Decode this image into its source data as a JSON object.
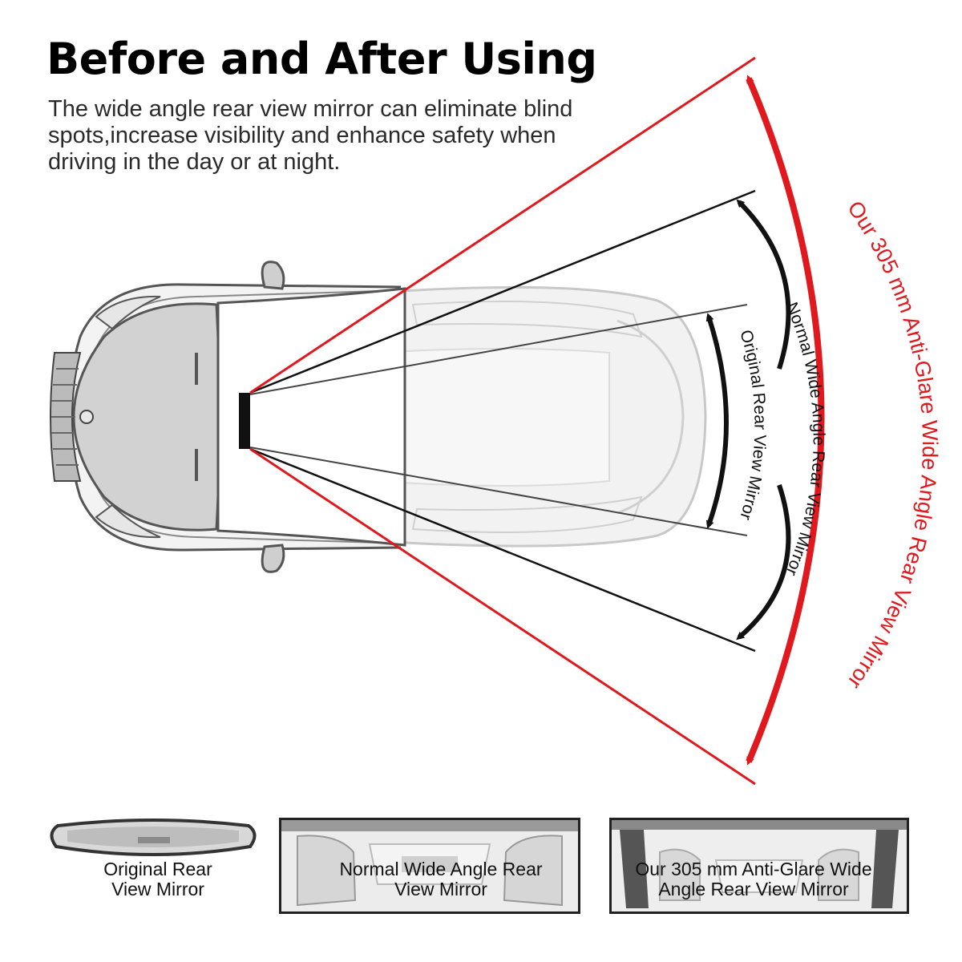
{
  "header": {
    "title": "Before and After Using",
    "description": "The wide angle rear view mirror can eliminate blind spots,increase visibility and enhance safety when driving in the day or at night."
  },
  "diagram": {
    "labels": {
      "ours": "Our 305 mm Anti-Glare Wide Angle Rear View Mirror",
      "normal": "Normal Wide Angle Rear View Mirror",
      "original": "Original Rear View Mirror"
    },
    "colors": {
      "ours": "#e0191e",
      "normal": "#111111",
      "original": "#333333"
    }
  },
  "thumbnails": [
    {
      "id": "original",
      "caption_line1": "Original Rear",
      "caption_line2": "View Mirror"
    },
    {
      "id": "normal",
      "caption_line1": "Normal Wide Angle Rear",
      "caption_line2": "View Mirror"
    },
    {
      "id": "ours",
      "caption_line1": "Our 305 mm Anti-Glare Wide",
      "caption_line2": "Angle Rear View Mirror"
    }
  ]
}
